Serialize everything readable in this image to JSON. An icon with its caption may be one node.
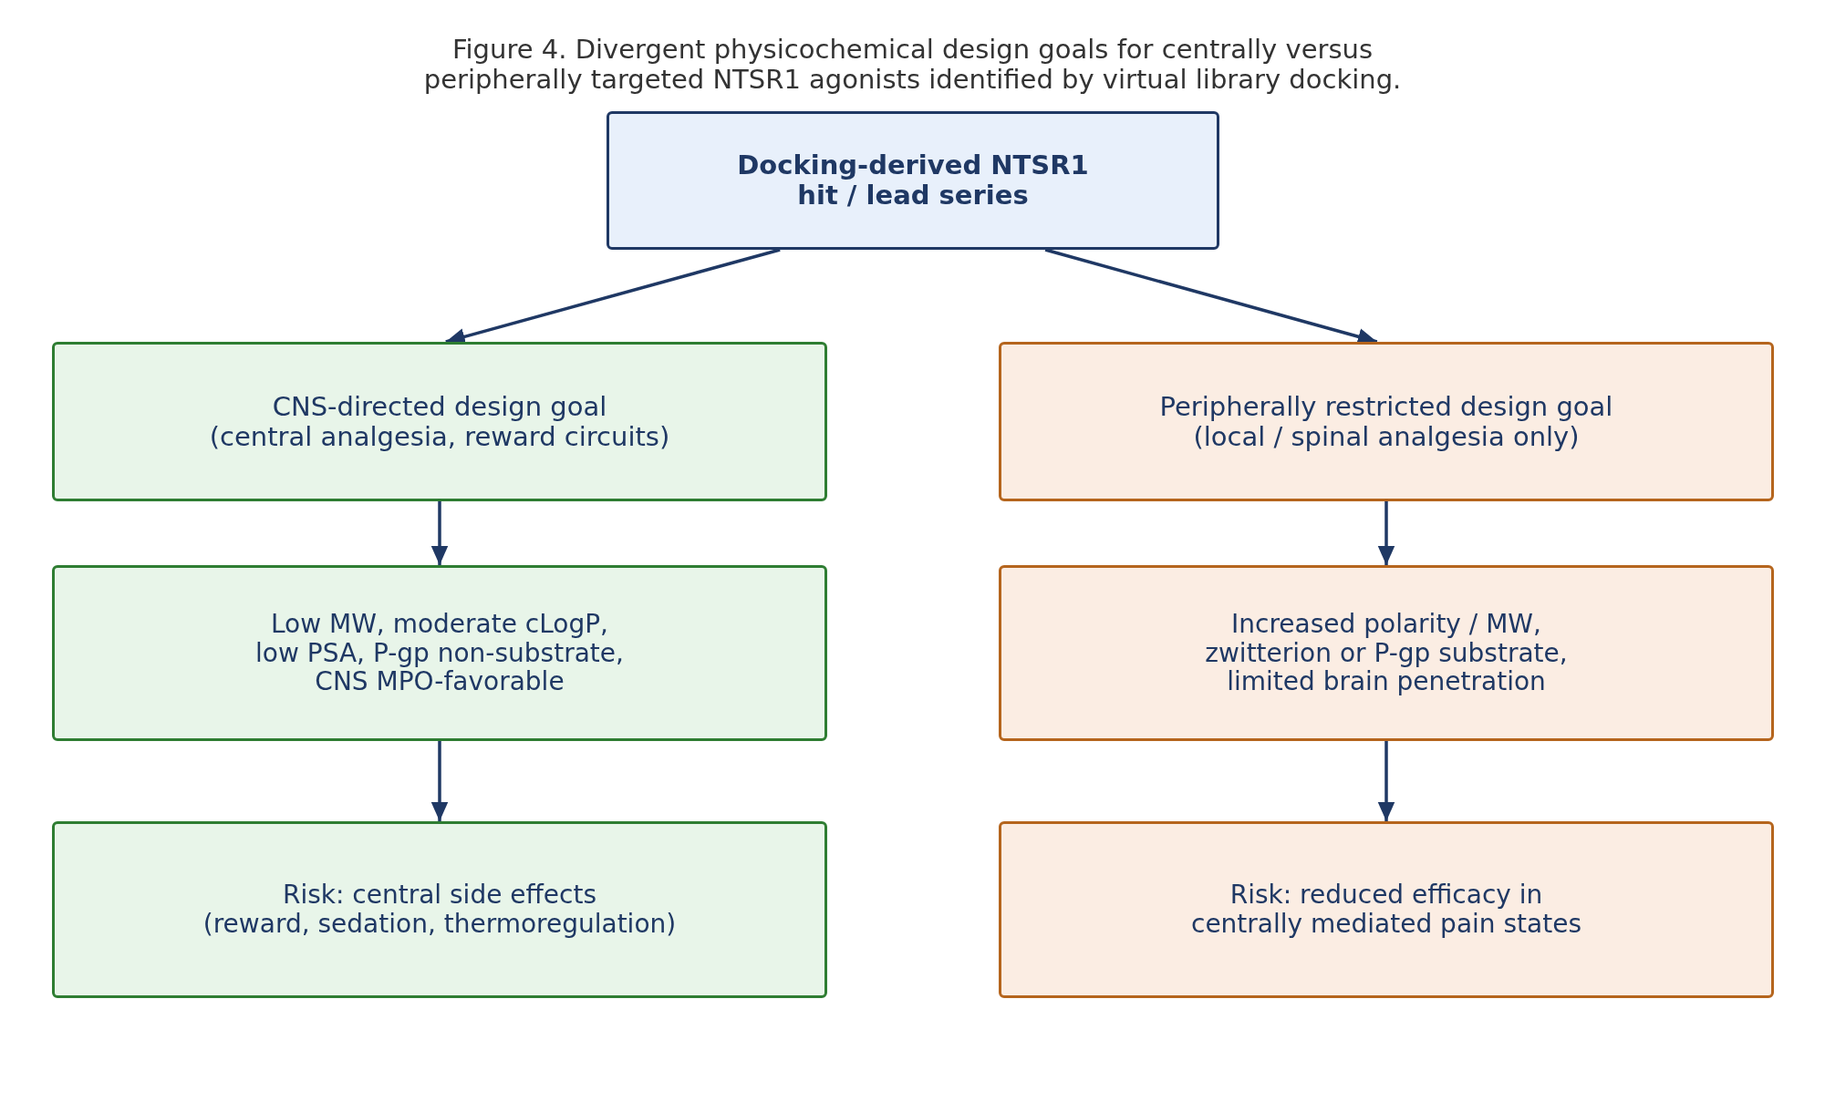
{
  "diagram": {
    "title": "Figure 4. Divergent physicochemical design goals for centrally versus peripherally targeted NTSR1 agonists identified by virtual library docking.",
    "nodes": [
      {
        "text": [
          "Docking-derived NTSR1 hit / lead series"
        ]
      },
      {
        "text": [
          "CNS-directed design goal",
          "(central analgesia, reward circuits)"
        ]
      },
      {
        "text": [
          "Peripherally restricted design goal",
          "(local / spinal analgesia only)"
        ]
      },
      {
        "text": [
          "Low MW, moderate cLogP, low PSA, P-gp non-substrate, CNS MPO-favorable"
        ]
      },
      {
        "text": [
          "Increased polarity / MW, zwitterion or P-gp substrate, limited brain penetration"
        ]
      },
      {
        "text": [
          "Risk: central side effects",
          "(reward, sedation, thermoregulation)"
        ]
      },
      {
        "text": [
          "Risk: reduced efficacy in centrally mediated pain states"
        ]
      }
    ],
    "edges": [
      {
        "from": 0,
        "to": 1,
        "arrow": "to"
      },
      {
        "from": 0,
        "to": 2,
        "arrow": "to"
      },
      {
        "from": 1,
        "to": 3,
        "arrow": "to"
      },
      {
        "from": 2,
        "to": 4,
        "arrow": "to"
      },
      {
        "from": 3,
        "to": 5,
        "arrow": "to"
      },
      {
        "from": 4,
        "to": 6,
        "arrow": "to"
      }
    ]
  }
}
